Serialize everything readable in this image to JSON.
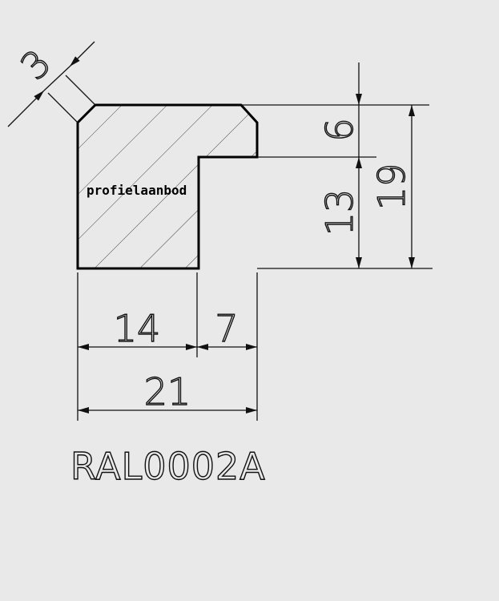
{
  "profile_code": "RAL0002A",
  "watermark": "profielaanbod",
  "dimensions": {
    "chamfer": "3",
    "top_step": "6",
    "rebate_height": "13",
    "total_height": "19",
    "body_width": "14",
    "rebate_width": "7",
    "total_width": "21"
  },
  "colors": {
    "background": "#e9e9e9",
    "line": "#111111",
    "hatch": "#444444"
  }
}
